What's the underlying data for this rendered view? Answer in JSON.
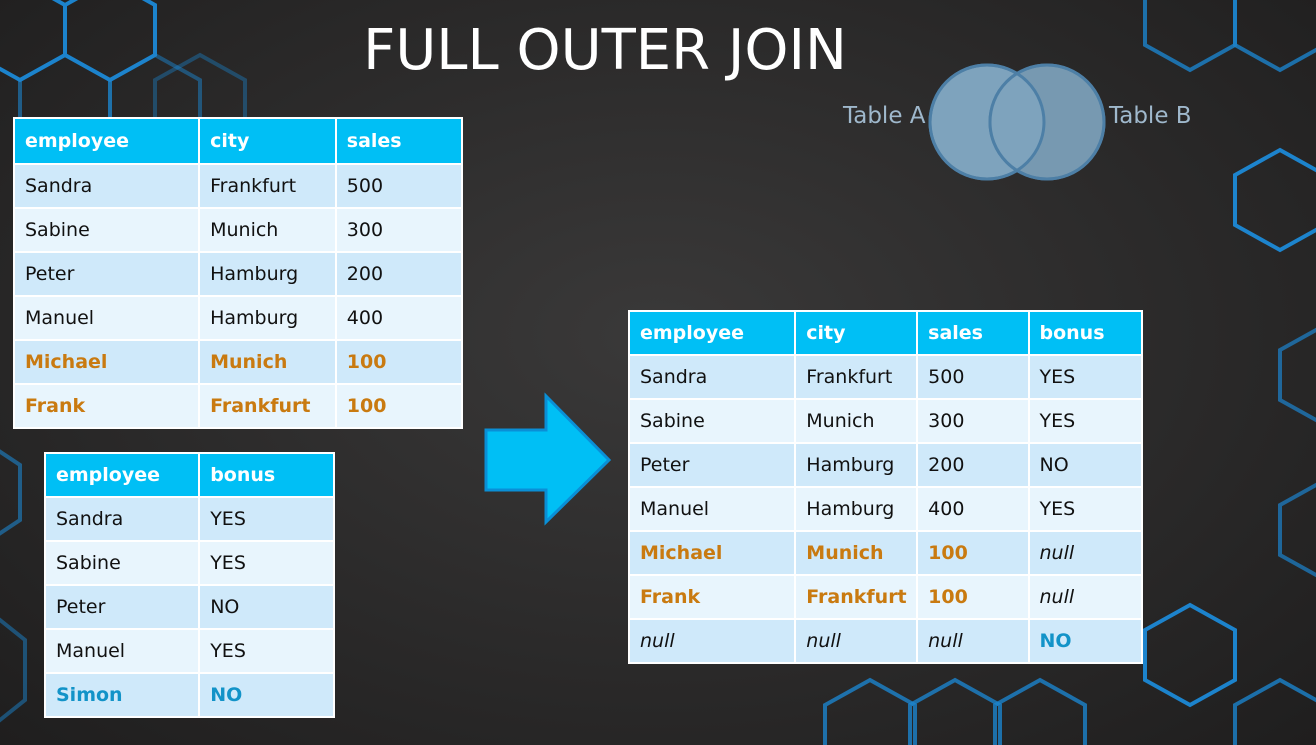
{
  "title": "FULL OUTER JOIN",
  "venn": {
    "left_label": "Table A",
    "right_label": "Table B",
    "fill_color": "#7ea3bd",
    "stroke_color": "#4d7fa6"
  },
  "colors": {
    "header": "#00bff5",
    "highlight_a": "#c97a10",
    "highlight_b": "#1293c8",
    "arrow": "#00bff5"
  },
  "table_a": {
    "headers": [
      "employee",
      "city",
      "sales"
    ],
    "rows": [
      [
        "Sandra",
        "Frankfurt",
        "500"
      ],
      [
        "Sabine",
        "Munich",
        "300"
      ],
      [
        "Peter",
        "Hamburg",
        "200"
      ],
      [
        "Manuel",
        "Hamburg",
        "400"
      ],
      [
        "Michael",
        "Munich",
        "100"
      ],
      [
        "Frank",
        "Frankfurt",
        "100"
      ]
    ]
  },
  "table_b": {
    "headers": [
      "employee",
      "bonus"
    ],
    "rows": [
      [
        "Sandra",
        "YES"
      ],
      [
        "Sabine",
        "YES"
      ],
      [
        "Peter",
        "NO"
      ],
      [
        "Manuel",
        "YES"
      ],
      [
        "Simon",
        "NO"
      ]
    ]
  },
  "result": {
    "headers": [
      "employee",
      "city",
      "sales",
      "bonus"
    ],
    "rows": [
      [
        "Sandra",
        "Frankfurt",
        "500",
        "YES"
      ],
      [
        "Sabine",
        "Munich",
        "300",
        "YES"
      ],
      [
        "Peter",
        "Hamburg",
        "200",
        "NO"
      ],
      [
        "Manuel",
        "Hamburg",
        "400",
        "YES"
      ],
      [
        "Michael",
        "Munich",
        "100",
        "null"
      ],
      [
        "Frank",
        "Frankfurt",
        "100",
        "null"
      ],
      [
        "null",
        "null",
        "null",
        "NO"
      ]
    ]
  }
}
